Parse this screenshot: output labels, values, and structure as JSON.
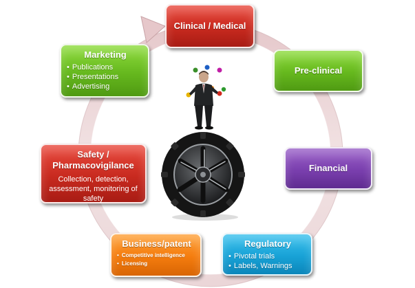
{
  "nodes": {
    "clinical": {
      "title": "Clinical / Medical"
    },
    "preclinical": {
      "title": "Pre-clinical"
    },
    "financial": {
      "title": "Financial"
    },
    "regulatory": {
      "title": "Regulatory",
      "items": [
        "Pivotal trials",
        "Labels, Warnings"
      ]
    },
    "business": {
      "title": "Business/patent",
      "items": [
        "Competitive intelligence",
        "Licensing"
      ]
    },
    "safety": {
      "title": "Safety / Pharmacovigilance",
      "description": "Collection, detection, assessment, monitoring of safety"
    },
    "marketing": {
      "title": "Marketing",
      "items": [
        "Publications",
        "Presentations",
        "Advertising"
      ]
    }
  },
  "colors": {
    "red": "#c82a1f",
    "green": "#66b81e",
    "purple": "#7a3fae",
    "blue": "#18a2d6",
    "orange": "#f47c0e",
    "ring": "#e6cfd0"
  },
  "illustrations": [
    "juggling-businessman",
    "tire"
  ]
}
